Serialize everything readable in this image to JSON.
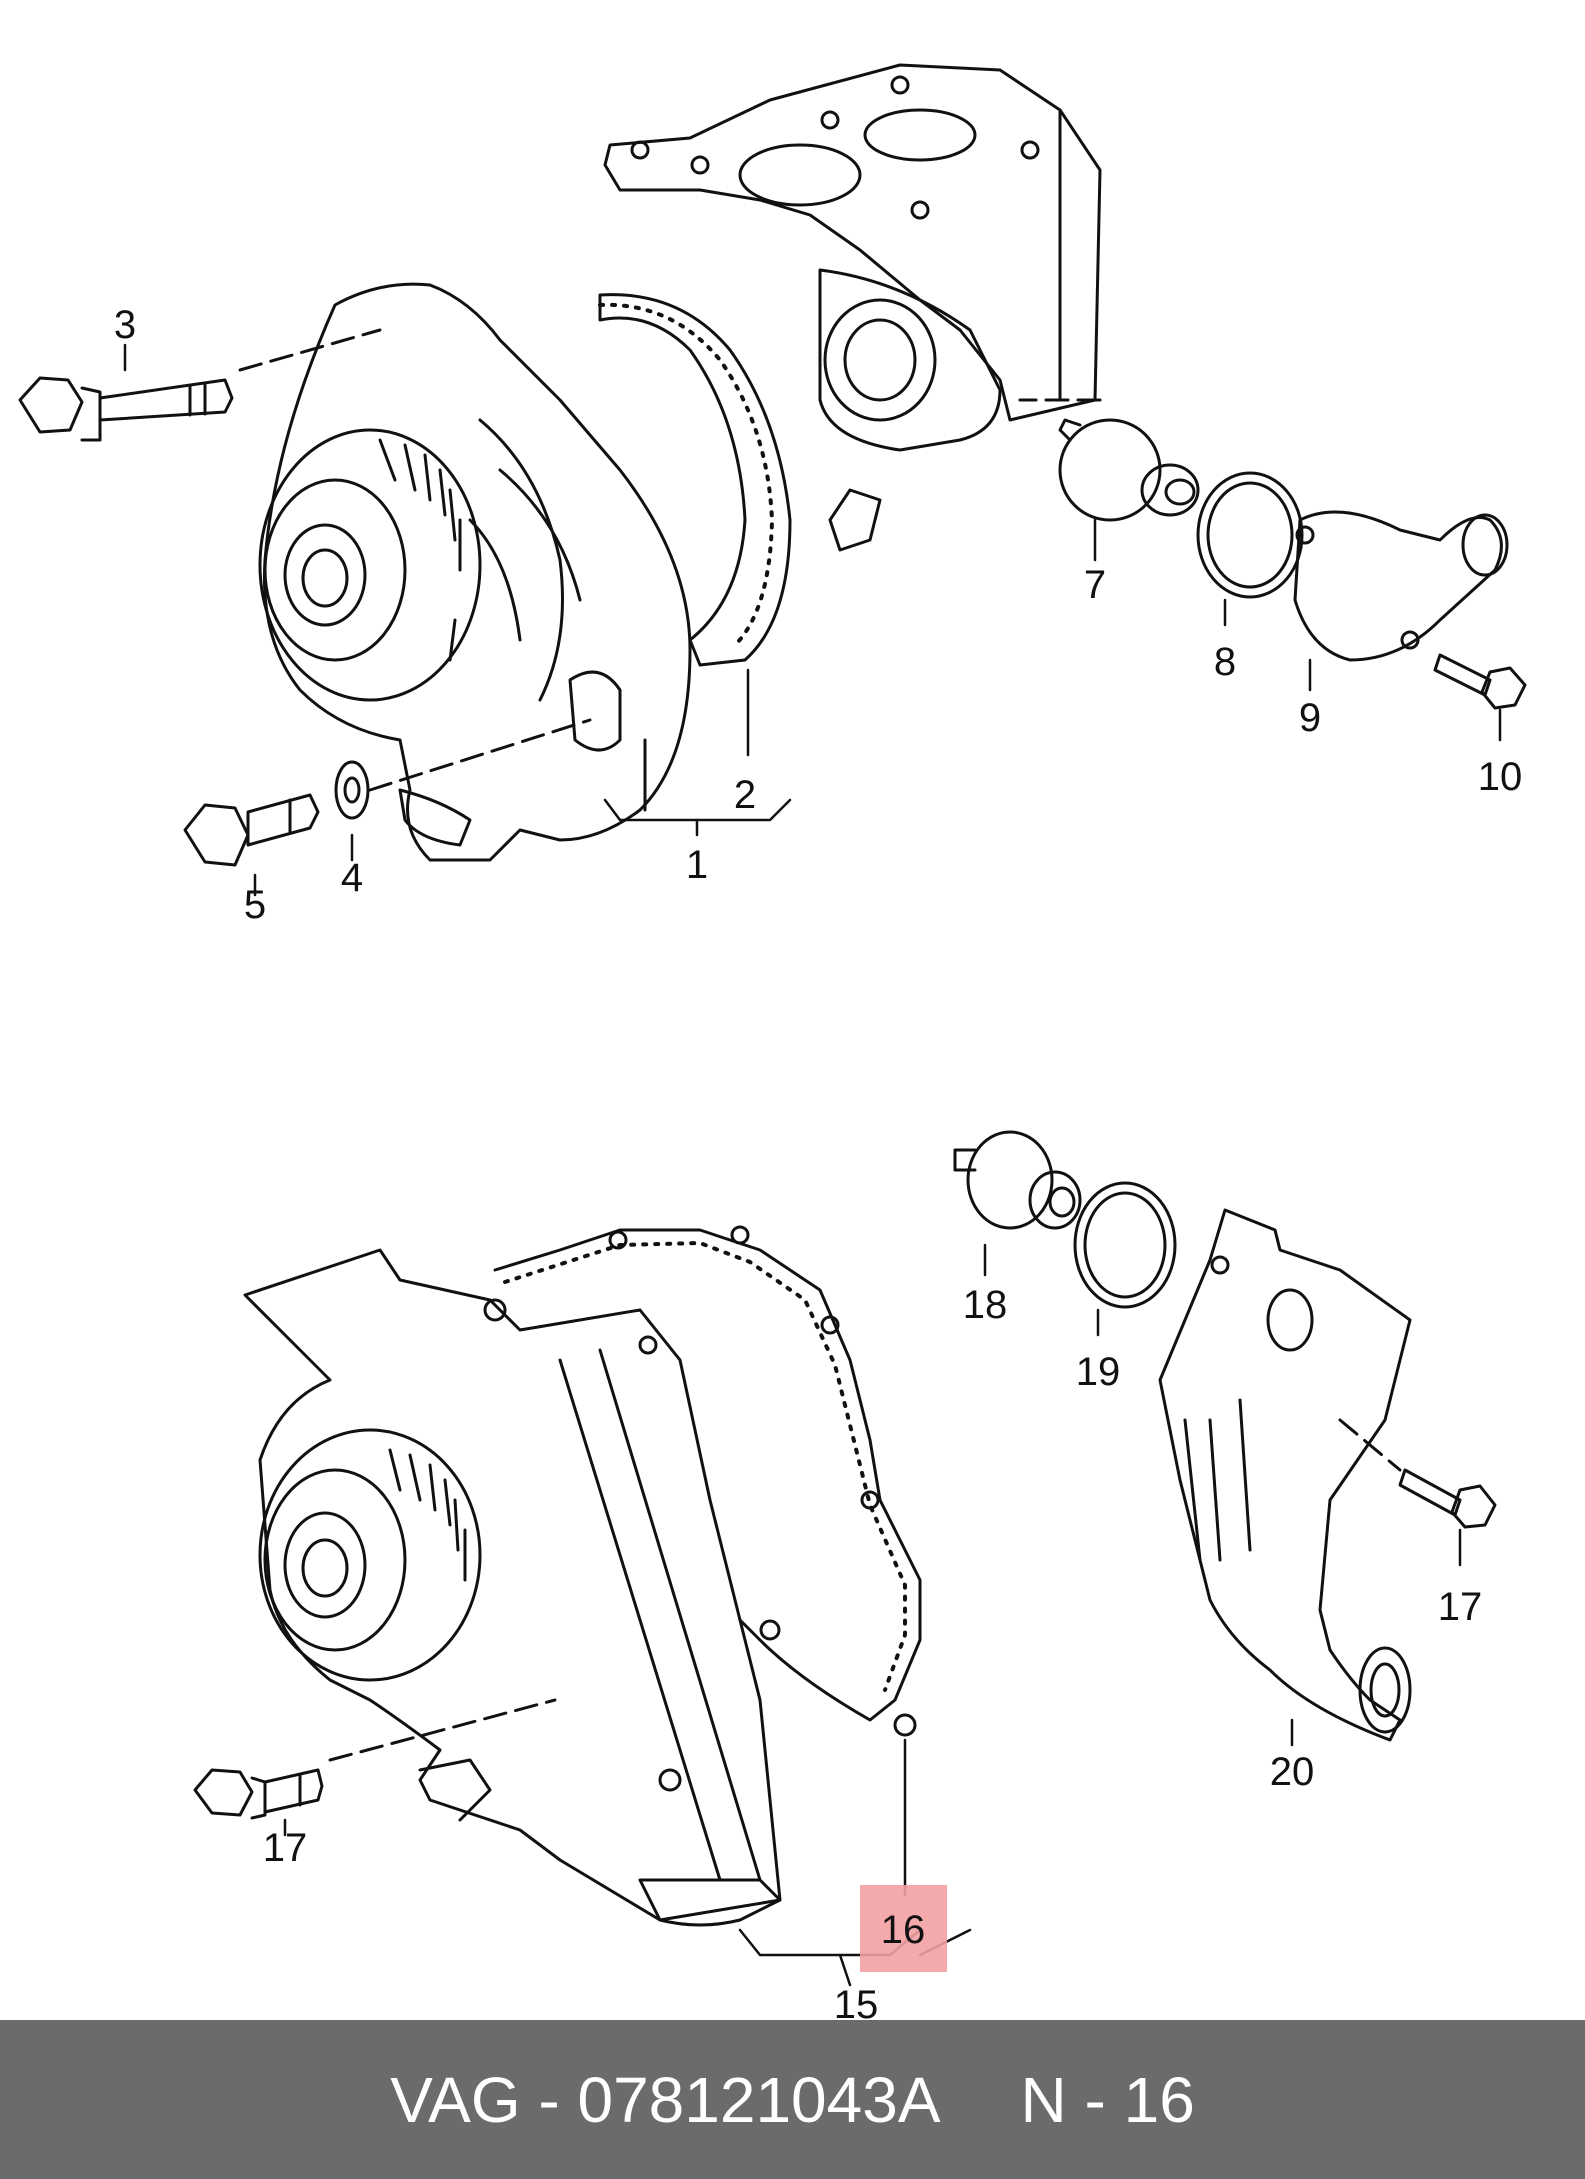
{
  "callouts": [
    {
      "id": "1",
      "text": "1"
    },
    {
      "id": "2",
      "text": "2"
    },
    {
      "id": "3",
      "text": "3"
    },
    {
      "id": "4",
      "text": "4"
    },
    {
      "id": "5",
      "text": "5"
    },
    {
      "id": "7",
      "text": "7"
    },
    {
      "id": "8",
      "text": "8"
    },
    {
      "id": "9",
      "text": "9"
    },
    {
      "id": "10",
      "text": "10"
    },
    {
      "id": "15",
      "text": "15"
    },
    {
      "id": "16",
      "text": "16"
    },
    {
      "id": "17a",
      "text": "17"
    },
    {
      "id": "17b",
      "text": "17"
    },
    {
      "id": "18",
      "text": "18"
    },
    {
      "id": "19",
      "text": "19"
    },
    {
      "id": "20",
      "text": "20"
    }
  ],
  "highlight_color": "#f3a1a4",
  "footer": {
    "part": "VAG - 078121043A",
    "position": "N - 16"
  }
}
